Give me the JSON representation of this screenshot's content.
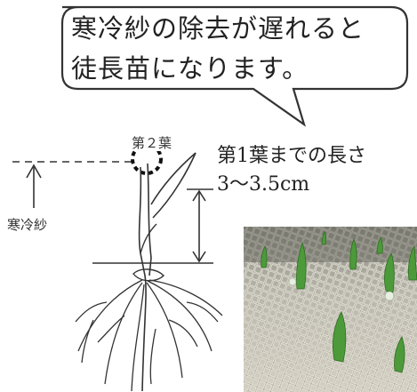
{
  "callout": {
    "line1": "寒冷紗の除去が遅れると",
    "line2": "徒長苗になります。"
  },
  "diagram": {
    "leaf2_label": "第２葉",
    "cloth_label": "寒冷紗"
  },
  "measurement": {
    "line1": "第1葉までの長さ",
    "line2": "3～3.5cm"
  },
  "photo": {
    "subject": "seedlings growing through shade cloth"
  }
}
